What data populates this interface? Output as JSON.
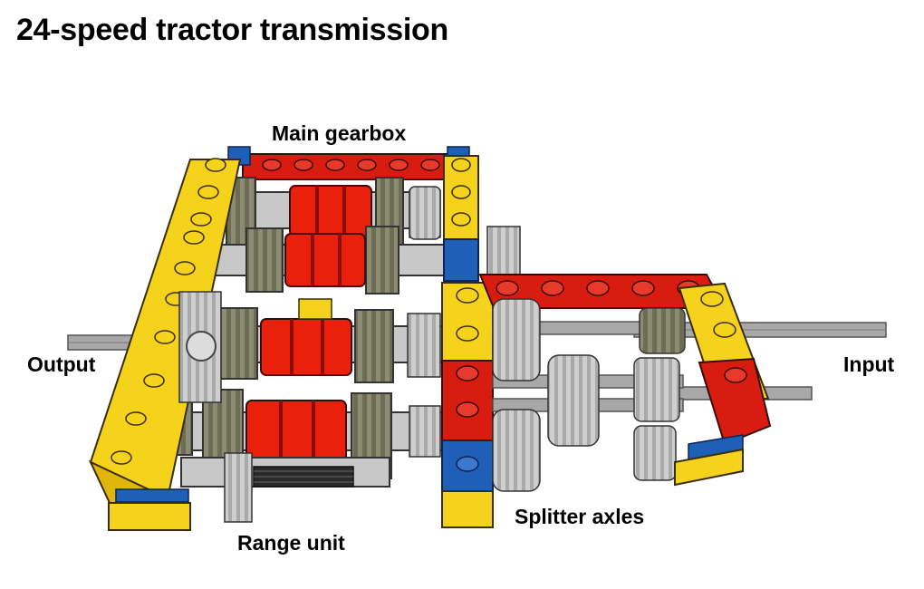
{
  "title": "24-speed tractor transmission",
  "labels": {
    "main_gearbox": "Main gearbox",
    "output": "Output",
    "input": "Input",
    "splitter_axles": "Splitter axles",
    "range_unit": "Range unit"
  },
  "colors": {
    "yellow_beam": "#f5d21c",
    "red_beam": "#d81c10",
    "blue_beam": "#1f5fb8",
    "gear_dark": "#8c8c72",
    "gear_light": "#c8c8c8",
    "axle": "#a8a8a8",
    "clutch_red": "#e8200c"
  }
}
